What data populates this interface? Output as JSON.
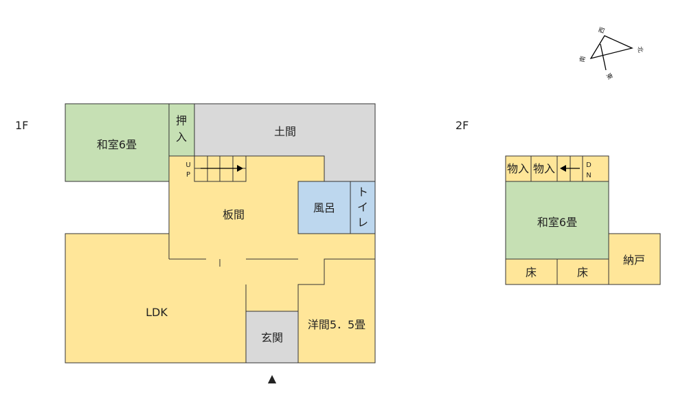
{
  "floors": {
    "f1": {
      "label": "1F",
      "rooms": {
        "washitsu": "和室6畳",
        "oshiire_1": "押",
        "oshiire_2": "入",
        "doma": "土間",
        "stairs_up_1": "U",
        "stairs_up_2": "P",
        "itama": "板間",
        "furo": "風呂",
        "toilet_1": "ト",
        "toilet_2": "イ",
        "toilet_3": "レ",
        "ldk": "LDK",
        "genkan": "玄関",
        "youma": "洋間5．5畳"
      }
    },
    "f2": {
      "label": "2F",
      "rooms": {
        "monoire_a": "物入",
        "monoire_b": "物入",
        "stairs_dn_1": "D",
        "stairs_dn_2": "N",
        "washitsu": "和室6畳",
        "toko_a": "床",
        "toko_b": "床",
        "nando": "納戸"
      }
    }
  },
  "compass": {
    "north": "北",
    "south": "南",
    "east": "東",
    "west": "西"
  },
  "entrance_marker": "▲",
  "colors": {
    "japanese_room": "#c6e0b4",
    "wood_floor": "#ffe699",
    "earth_floor": "#d9d9d9",
    "bath": "#bdd7ee",
    "stroke": "#333333"
  }
}
